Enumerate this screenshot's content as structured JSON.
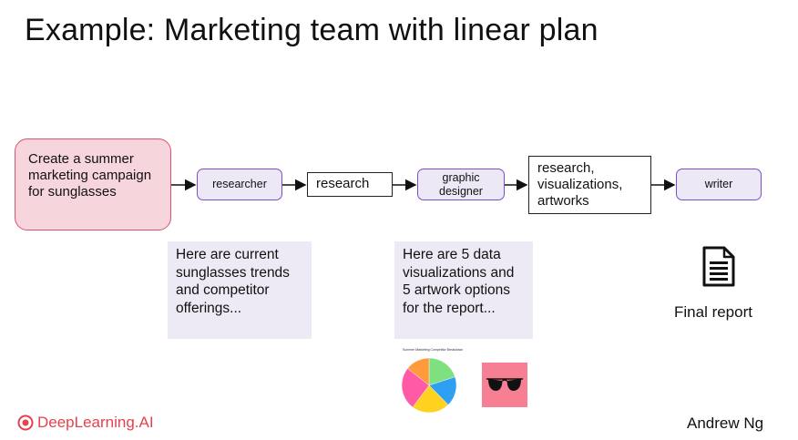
{
  "slide": {
    "title": "Example: Marketing team with linear plan"
  },
  "flow": {
    "task": "Create a summer marketing campaign for sunglasses",
    "agents": [
      "researcher",
      "graphic designer",
      "writer"
    ],
    "artifacts": [
      "research",
      "research, visualizations, artworks"
    ]
  },
  "notes": {
    "researcher_output": "Here are current sunglasses trends and competitor offerings...",
    "designer_output": "Here are 5 data visualizations and 5 artwork options for the report..."
  },
  "final": {
    "label": "Final report",
    "icon": "document-icon"
  },
  "thumbnails": {
    "pie_title": "Summer Marketing Competitor Breakdown",
    "pie_colors": [
      "#7ee07e",
      "#2f9ff2",
      "#ffd21f",
      "#ff5aa5",
      "#ff9b3d"
    ],
    "image_bg": "#f77f93",
    "image_icon": "sunglasses-icon"
  },
  "footer": {
    "brand": "DeepLearning.AI",
    "author": "Andrew Ng"
  },
  "colors": {
    "task_fill": "#f7d5dd",
    "task_border": "#d9536f",
    "agent_fill": "#ece8f6",
    "agent_border": "#7e4ec4",
    "note_fill": "#eeeaf5",
    "brand": "#e6414d"
  }
}
